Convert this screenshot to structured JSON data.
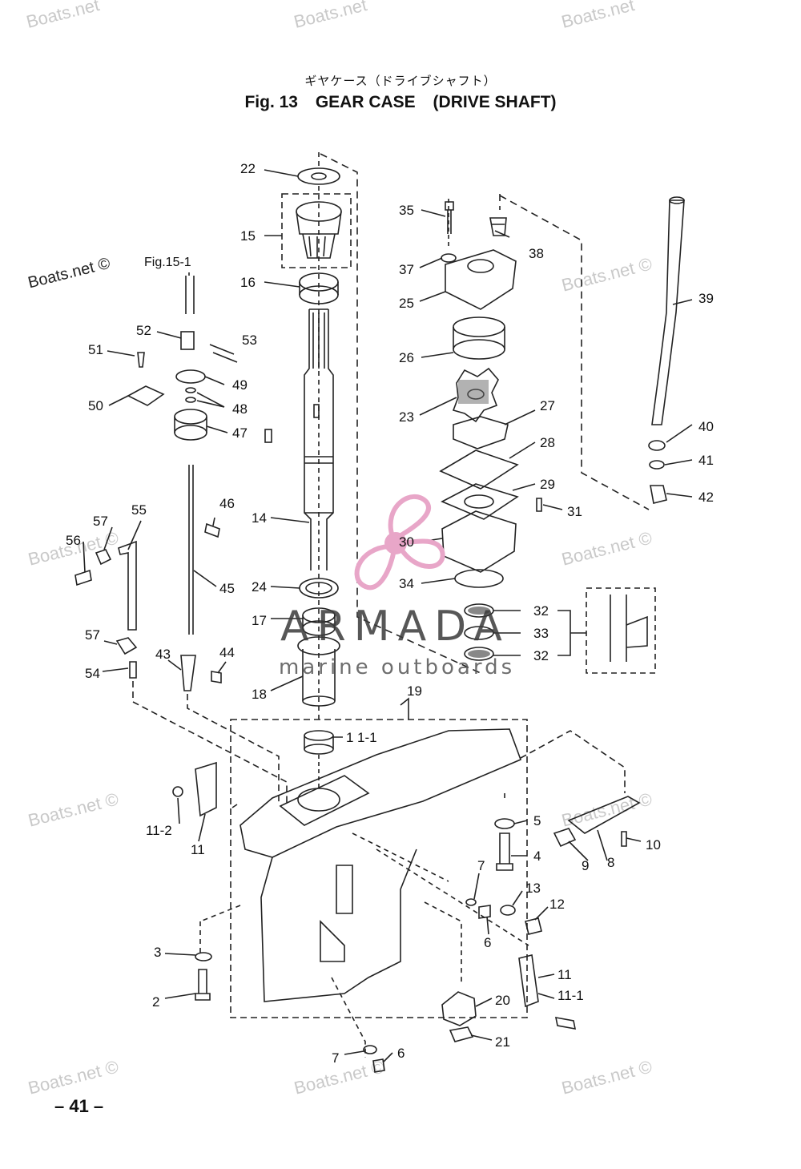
{
  "header": {
    "japanese_title": "ギヤケース（ドライブシャフト）",
    "fig_label": "Fig. 13",
    "title": "GEAR CASE",
    "subtitle": "(DRIVE SHAFT)"
  },
  "reference_label": "Fig.15-1",
  "page_number": "– 41 –",
  "watermark": {
    "text": "Boats.net",
    "text_copyright": "Boats.net ©"
  },
  "brand": {
    "name": "ARMADA",
    "tagline": "marine outboards",
    "logo_color": "#e8a6c8"
  },
  "callouts": [
    "22",
    "15",
    "16",
    "14",
    "24",
    "17",
    "18",
    "19",
    "1",
    "1-1",
    "35",
    "38",
    "37",
    "25",
    "26",
    "23",
    "27",
    "28",
    "29",
    "31",
    "30",
    "34",
    "32",
    "33",
    "32",
    "39",
    "40",
    "41",
    "42",
    "52",
    "53",
    "51",
    "49",
    "48",
    "50",
    "47",
    "46",
    "45",
    "55",
    "57",
    "56",
    "57",
    "54",
    "43",
    "44",
    "11-2",
    "11",
    "5",
    "4",
    "9",
    "8",
    "10",
    "7",
    "13",
    "12",
    "6",
    "3",
    "2",
    "11",
    "11-1",
    "20",
    "21",
    "7",
    "6"
  ]
}
